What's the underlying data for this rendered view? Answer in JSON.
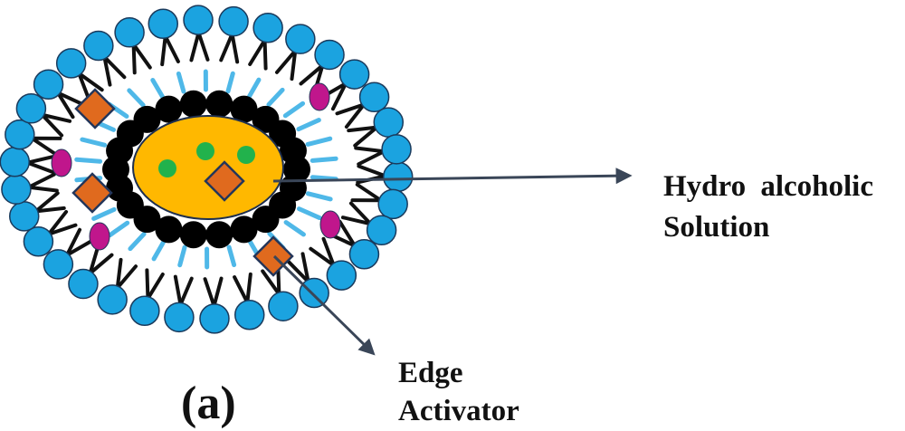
{
  "labels": {
    "hydro_line1": "Hydro alcoholic",
    "hydro_line2": "Solution",
    "edge_line1": "Edge",
    "edge_line2": "Activator",
    "panel": "(a)"
  },
  "colors": {
    "head_group": "#1ba3e0",
    "head_stroke": "#1a3a5c",
    "tail": "#111111",
    "inner_tail": "#4fb8e8",
    "inner_head": "#000000",
    "core": "#ffb800",
    "core_stroke": "#1e2f4f",
    "drug_dot": "#22b24c",
    "edge_activator": "#e06a1e",
    "edge_stroke": "#24365a",
    "magenta": "#c0168c",
    "arrow": "#3a4658"
  }
}
